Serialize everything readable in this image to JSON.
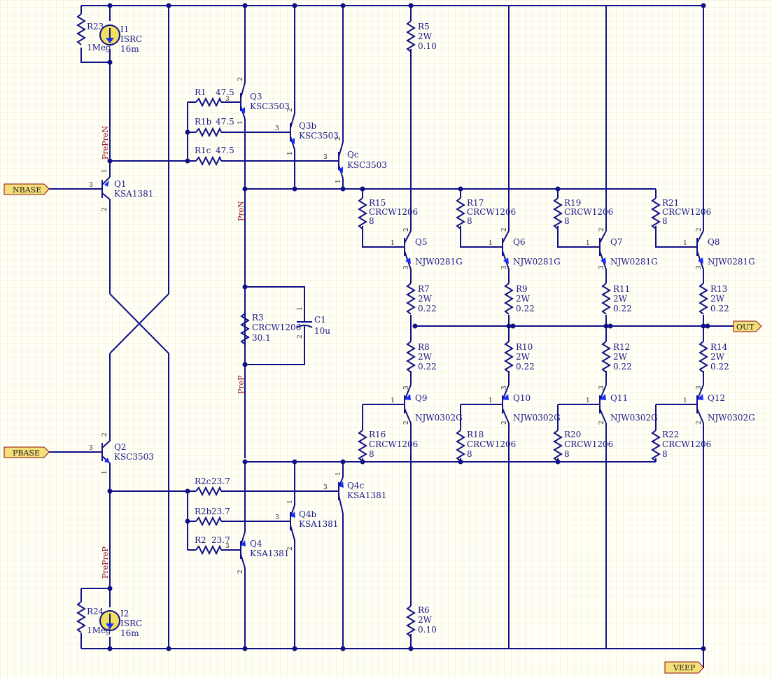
{
  "ports": {
    "nbase": "NBASE",
    "pbase": "PBASE",
    "out": "OUT",
    "veep": "VEEP"
  },
  "nets": {
    "preprn": "PrePreN",
    "pren": "PreN",
    "prep": "PreP",
    "preprep": "PrePreP"
  },
  "components": {
    "r23": {
      "ref": "R23",
      "value": "1Meg"
    },
    "i1": {
      "ref": "I1",
      "type": "ISRC",
      "value": "16m"
    },
    "r24": {
      "ref": "R24",
      "value": "1Meg"
    },
    "i2": {
      "ref": "I2",
      "type": "ISRC",
      "value": "16m"
    },
    "q1": {
      "ref": "Q1",
      "part": "KSA1381"
    },
    "q2": {
      "ref": "Q2",
      "part": "KSC3503"
    },
    "r1": {
      "ref": "R1",
      "value": "47.5"
    },
    "r1b": {
      "ref": "R1b",
      "value": "47.5"
    },
    "r1c": {
      "ref": "R1c",
      "value": "47.5"
    },
    "q3": {
      "ref": "Q3",
      "part": "KSC3503"
    },
    "q3b": {
      "ref": "Q3b",
      "part": "KSC3503"
    },
    "qc": {
      "ref": "Qc",
      "part": "KSC3503"
    },
    "r3": {
      "ref": "R3",
      "part": "CRCW1206",
      "value": "30.1"
    },
    "c1": {
      "ref": "C1",
      "value": "10u"
    },
    "r2c": {
      "ref": "R2c",
      "value": "23.7"
    },
    "r2b": {
      "ref": "R2b",
      "value": "23.7"
    },
    "r2": {
      "ref": "R2",
      "value": "23.7"
    },
    "q4c": {
      "ref": "Q4c",
      "part": "KSA1381"
    },
    "q4b": {
      "ref": "Q4b",
      "part": "KSA1381"
    },
    "q4": {
      "ref": "Q4",
      "part": "KSA1381"
    },
    "r5": {
      "ref": "R5",
      "power": "2W",
      "value": "0.10"
    },
    "r6": {
      "ref": "R6",
      "power": "2W",
      "value": "0.10"
    },
    "r15": {
      "ref": "R15",
      "part": "CRCW1206",
      "value": "8"
    },
    "r17": {
      "ref": "R17",
      "part": "CRCW1206",
      "value": "8"
    },
    "r19": {
      "ref": "R19",
      "part": "CRCW1206",
      "value": "8"
    },
    "r21": {
      "ref": "R21",
      "part": "CRCW1206",
      "value": "8"
    },
    "q5": {
      "ref": "Q5",
      "part": "NJW0281G"
    },
    "q6": {
      "ref": "Q6",
      "part": "NJW0281G"
    },
    "q7": {
      "ref": "Q7",
      "part": "NJW0281G"
    },
    "q8": {
      "ref": "Q8",
      "part": "NJW0281G"
    },
    "r7": {
      "ref": "R7",
      "power": "2W",
      "value": "0.22"
    },
    "r9": {
      "ref": "R9",
      "power": "2W",
      "value": "0.22"
    },
    "r11": {
      "ref": "R11",
      "power": "2W",
      "value": "0.22"
    },
    "r13": {
      "ref": "R13",
      "power": "2W",
      "value": "0.22"
    },
    "r8": {
      "ref": "R8",
      "power": "2W",
      "value": "0.22"
    },
    "r10": {
      "ref": "R10",
      "power": "2W",
      "value": "0.22"
    },
    "r12": {
      "ref": "R12",
      "power": "2W",
      "value": "0.22"
    },
    "r14": {
      "ref": "R14",
      "power": "2W",
      "value": "0.22"
    },
    "q9": {
      "ref": "Q9",
      "part": "NJW0302G"
    },
    "q10": {
      "ref": "Q10",
      "part": "NJW0302G"
    },
    "q11": {
      "ref": "Q11",
      "part": "NJW0302G"
    },
    "q12": {
      "ref": "Q12",
      "part": "NJW0302G"
    },
    "r16": {
      "ref": "R16",
      "part": "CRCW1206",
      "value": "8"
    },
    "r18": {
      "ref": "R18",
      "part": "CRCW1206",
      "value": "8"
    },
    "r20": {
      "ref": "R20",
      "part": "CRCW1206",
      "value": "8"
    },
    "r22": {
      "ref": "R22",
      "part": "CRCW1206",
      "value": "8"
    }
  },
  "pins": {
    "p1": "1",
    "p2": "2",
    "p3": "3"
  },
  "colors": {
    "background": "#fffff5",
    "wire": "#101088",
    "label": "#1a1a8c",
    "net_label": "#8b1010",
    "port_fill": "#f5df7a",
    "arrow": "#1a2cff",
    "grid": "#ece8d4"
  }
}
